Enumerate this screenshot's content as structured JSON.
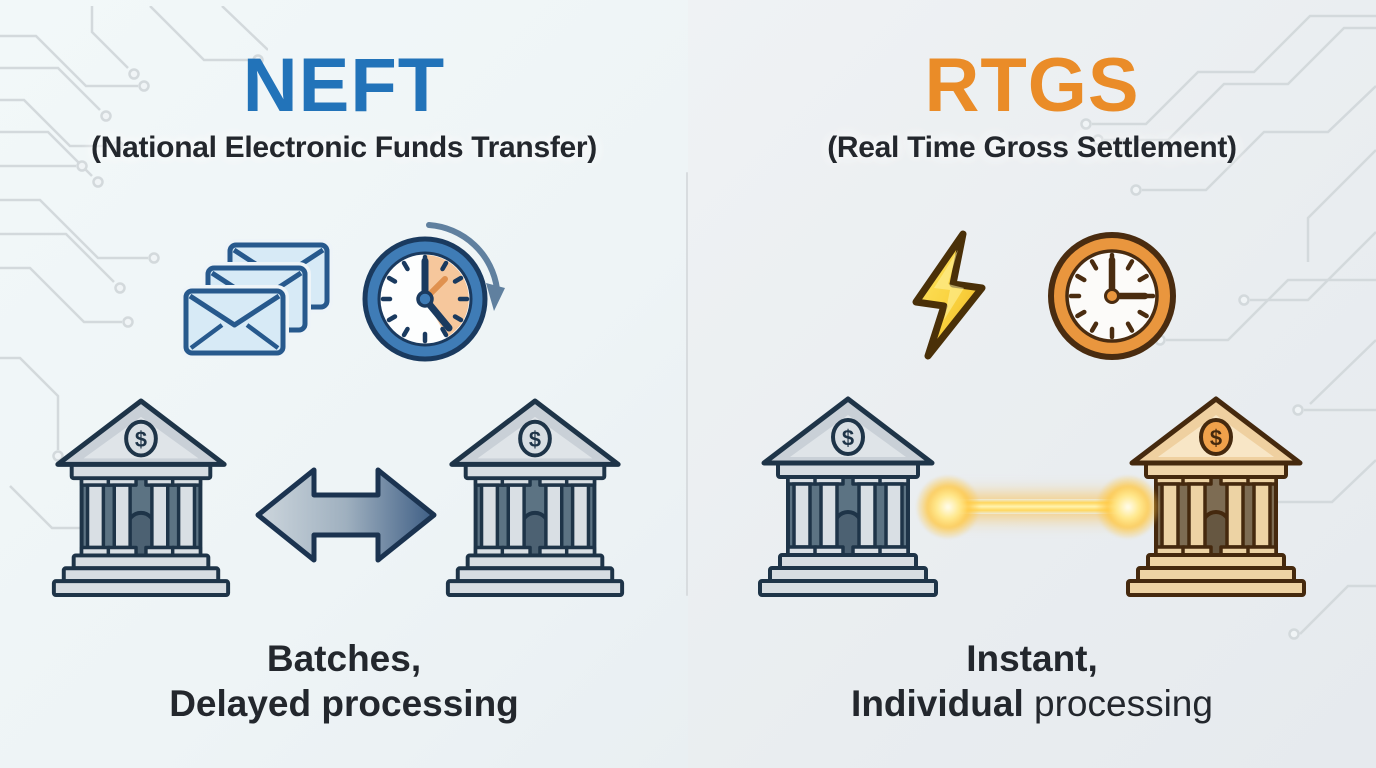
{
  "left_panel": {
    "title": "NEFT",
    "subtitle": "(National Electronic Funds Transfer)",
    "caption": {
      "line1": "Batches,",
      "line2": "Delayed processing"
    },
    "icons": [
      "envelopes-batch-icon",
      "delayed-clock-icon",
      "bank-icon",
      "two-way-arrow-icon",
      "bank-icon"
    ]
  },
  "right_panel": {
    "title": "RTGS",
    "subtitle": "(Real Time Gross Settlement)",
    "caption": {
      "line1": "Instant,",
      "line2_emphasis": "Individual",
      "line2_rest": " processing"
    },
    "icons": [
      "lightning-bolt-icon",
      "clock-icon",
      "bank-icon",
      "instant-transfer-beam",
      "bank-icon"
    ]
  },
  "bank_emblem_symbol": "$",
  "colors": {
    "neft_blue": "#2273b9",
    "rtgs_orange": "#ea8c28",
    "text_dark": "#23272d",
    "bg_left": "#eef4f6",
    "bg_right": "#e9edf0",
    "circuit_line": "#d3d9dc",
    "beam_yellow": "#ffd75e",
    "arrow_gradient_start": "#cdd6dd",
    "arrow_gradient_end": "#3e5e85"
  }
}
